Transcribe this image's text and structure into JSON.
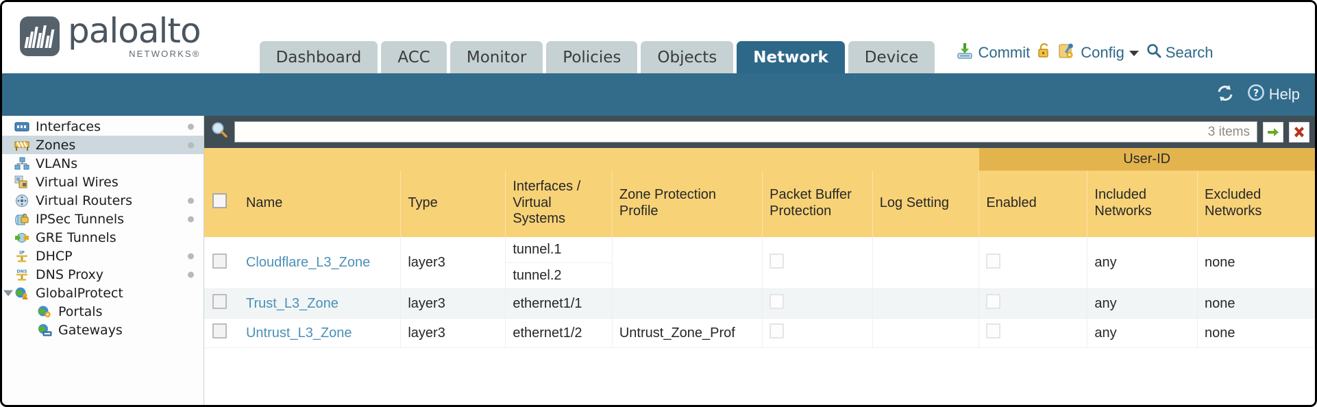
{
  "brand": {
    "name": "paloalto",
    "sub": "NETWORKS®"
  },
  "tabs": [
    {
      "label": "Dashboard",
      "active": false
    },
    {
      "label": "ACC",
      "active": false
    },
    {
      "label": "Monitor",
      "active": false
    },
    {
      "label": "Policies",
      "active": false
    },
    {
      "label": "Objects",
      "active": false
    },
    {
      "label": "Network",
      "active": true
    },
    {
      "label": "Device",
      "active": false
    }
  ],
  "header_tools": {
    "commit": "Commit",
    "lock_icon": "padlock-icon",
    "config": "Config",
    "search": "Search"
  },
  "bluebar": {
    "refresh_icon": "refresh-icon",
    "help": "Help"
  },
  "sidebar": {
    "items": [
      {
        "label": "Interfaces",
        "icon": "interfaces-icon",
        "selected": false,
        "dot": true,
        "child": false,
        "tri": false
      },
      {
        "label": "Zones",
        "icon": "zones-icon",
        "selected": true,
        "dot": true,
        "child": false,
        "tri": false
      },
      {
        "label": "VLANs",
        "icon": "vlans-icon",
        "selected": false,
        "dot": false,
        "child": false,
        "tri": false
      },
      {
        "label": "Virtual Wires",
        "icon": "virtual-wires-icon",
        "selected": false,
        "dot": false,
        "child": false,
        "tri": false
      },
      {
        "label": "Virtual Routers",
        "icon": "virtual-routers-icon",
        "selected": false,
        "dot": true,
        "child": false,
        "tri": false
      },
      {
        "label": "IPSec Tunnels",
        "icon": "ipsec-tunnels-icon",
        "selected": false,
        "dot": true,
        "child": false,
        "tri": false
      },
      {
        "label": "GRE Tunnels",
        "icon": "gre-tunnels-icon",
        "selected": false,
        "dot": false,
        "child": false,
        "tri": false
      },
      {
        "label": "DHCP",
        "icon": "dhcp-icon",
        "selected": false,
        "dot": true,
        "child": false,
        "tri": false
      },
      {
        "label": "DNS Proxy",
        "icon": "dns-proxy-icon",
        "selected": false,
        "dot": true,
        "child": false,
        "tri": false
      },
      {
        "label": "GlobalProtect",
        "icon": "globalprotect-icon",
        "selected": false,
        "dot": false,
        "child": false,
        "tri": true
      },
      {
        "label": "Portals",
        "icon": "portals-icon",
        "selected": false,
        "dot": false,
        "child": true,
        "tri": false
      },
      {
        "label": "Gateways",
        "icon": "gateways-icon",
        "selected": false,
        "dot": false,
        "child": true,
        "tri": false
      }
    ]
  },
  "search": {
    "value": "",
    "placeholder": "",
    "count": "3 items",
    "apply_icon": "green-arrow-icon",
    "clear_icon": "red-x-icon"
  },
  "table": {
    "group_header": "User-ID",
    "columns": [
      "Name",
      "Type",
      "Interfaces / Virtual Systems",
      "Zone Protection Profile",
      "Packet Buffer Protection",
      "Log Setting",
      "Enabled",
      "Included Networks",
      "Excluded Networks"
    ],
    "rows": [
      {
        "name": "Cloudflare_L3_Zone",
        "type": "layer3",
        "interfaces": [
          "tunnel.1",
          "tunnel.2"
        ],
        "zone_protection_profile": "",
        "packet_buffer_protection": false,
        "log_setting": "",
        "enabled": false,
        "included_networks": "any",
        "excluded_networks": "none"
      },
      {
        "name": "Trust_L3_Zone",
        "type": "layer3",
        "interfaces": [
          "ethernet1/1"
        ],
        "zone_protection_profile": "",
        "packet_buffer_protection": false,
        "log_setting": "",
        "enabled": false,
        "included_networks": "any",
        "excluded_networks": "none"
      },
      {
        "name": "Untrust_L3_Zone",
        "type": "layer3",
        "interfaces": [
          "ethernet1/2"
        ],
        "zone_protection_profile": "Untrust_Zone_Prof",
        "packet_buffer_protection": false,
        "log_setting": "",
        "enabled": false,
        "included_networks": "any",
        "excluded_networks": "none"
      }
    ]
  },
  "colors": {
    "brand_blue": "#2e6888",
    "bar_blue": "#336b8a",
    "header_amber": "#f7d277",
    "group_amber": "#e3b34e",
    "tab_gray": "#c6d1d3",
    "link_blue": "#4a90b8"
  }
}
